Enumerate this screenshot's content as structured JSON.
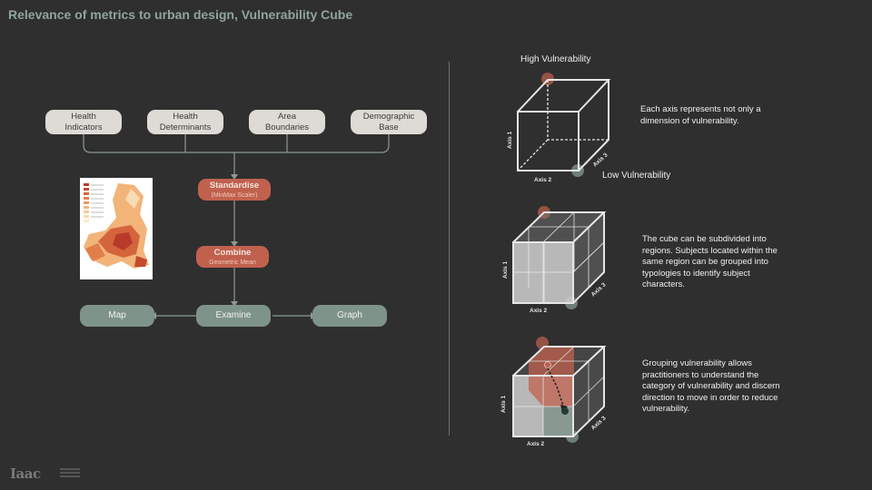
{
  "title": "Relevance of metrics to urban design, Vulnerability Cube",
  "inputs": [
    "Health\nIndicators",
    "Health\nDeterminants",
    "Area\nBoundaries",
    "Demographic\nBase"
  ],
  "process": {
    "standardise": {
      "label": "Standardise",
      "sub": "(MinMax Scaler)"
    },
    "combine": {
      "label": "Combine",
      "sub": "Geometric Mean"
    }
  },
  "outputs": {
    "map": "Map",
    "examine": "Examine",
    "graph": "Graph"
  },
  "cubes": {
    "high_label": "High Vulnerability",
    "low_label": "Low Vulnerability",
    "axis1": "Axis 1",
    "axis2": "Axis 2",
    "axis3": "Axis 3",
    "desc1": "Each axis represents not only a dimension of vulnerability.",
    "desc2": "The cube can be subdivided into regions. Subjects located within the same region can be grouped into typologies to identify subject characters.",
    "desc3": "Grouping vulnerability allows practitioners to understand the category of vulnerability and discern direction to move in order to reduce vulnerability."
  },
  "colors": {
    "accent_red": "#c0614e",
    "accent_green": "#7e9389",
    "title": "#8fa59c"
  },
  "logo": "Iaac"
}
